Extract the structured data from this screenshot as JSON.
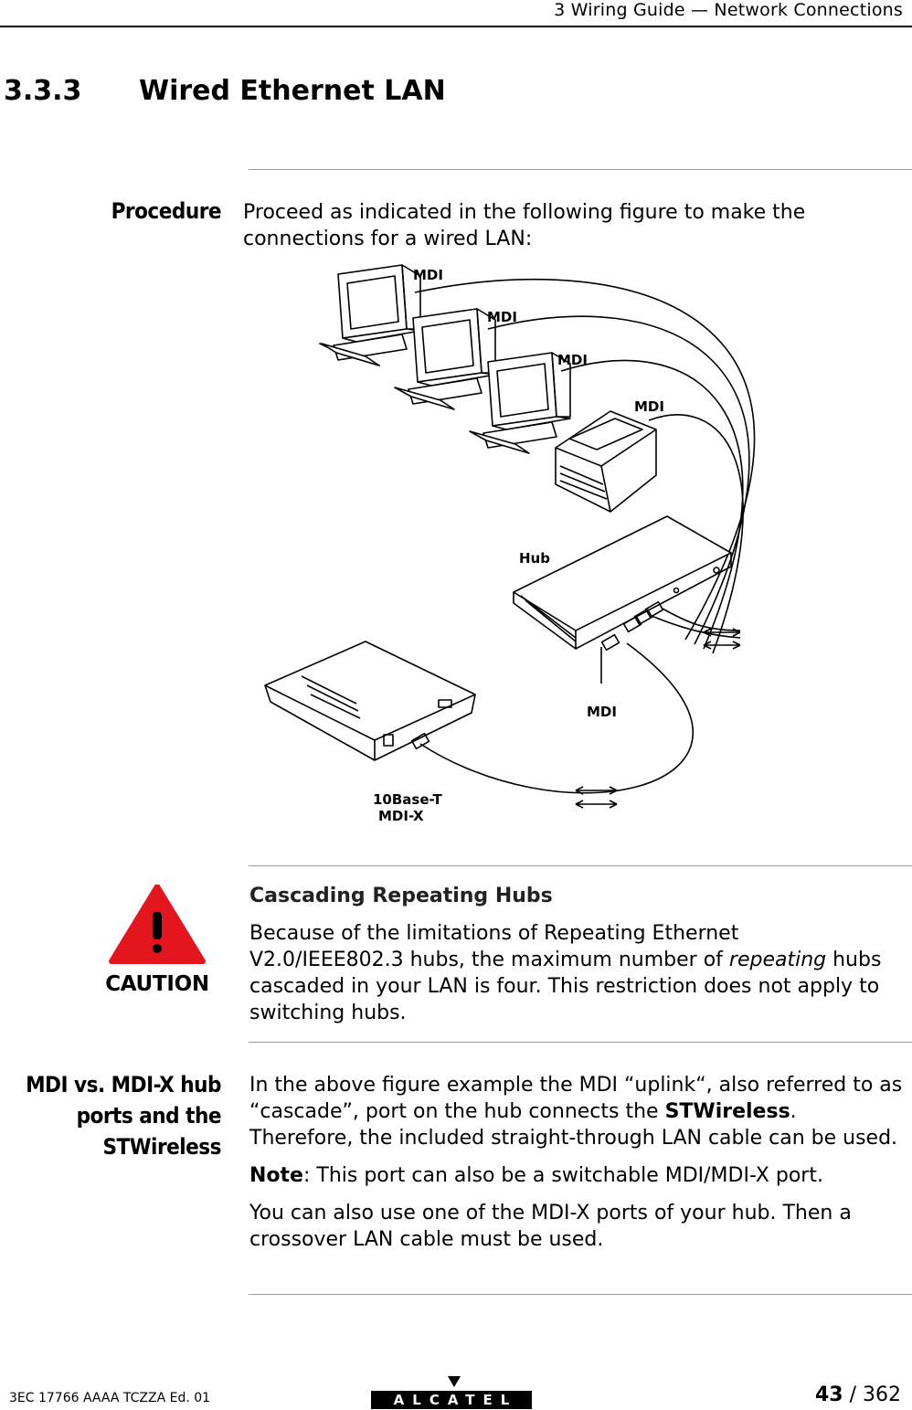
{
  "header": {
    "running_title": "3   Wiring Guide — Network Connections"
  },
  "section": {
    "number": "3.3.3",
    "title": "Wired Ethernet LAN"
  },
  "procedure": {
    "side_heading": "Procedure",
    "intro": "Proceed as indicated in the following figure to make the connections for a wired LAN:"
  },
  "figure": {
    "labels": {
      "mdi_1": "MDI",
      "mdi_2": "MDI",
      "mdi_3": "MDI",
      "mdi_4": "MDI",
      "hub": "Hub",
      "mdi_uplink": "MDI",
      "base_line1": "10Base-T",
      "base_line2": "MDI-X"
    }
  },
  "caution": {
    "icon_label": "CAUTION",
    "icon_color": "#e2161c",
    "heading": "Cascading Repeating Hubs",
    "text_before": "Because of the limitations of Repeating Ethernet V2.0/IEEE802.3 hubs, the maximum number of ",
    "text_em": "repeating",
    "text_after": " hubs cascaded in your LAN is four. This restriction does not apply to switching hubs."
  },
  "mdi_section": {
    "side_heading_1": "MDI vs. MDI-X hub",
    "side_heading_2": "ports and the",
    "side_heading_3": "STWireless",
    "p1_before": "In the above figure example the MDI “uplink“, also referred to as “cascade”, port on the hub connects the ",
    "p1_bold": "STWireless",
    "p1_after": ". Therefore, the included straight-through LAN cable can be used.",
    "note_label": "Note",
    "note_text": ": This port can also be a switchable MDI/MDI-X port.",
    "p3": "You can also use one of the MDI-X ports of your hub. Then a crossover LAN cable must be used."
  },
  "footer": {
    "doc_ref": "3EC 17766 AAAA TCZZA Ed. 01",
    "logo_text": "ALCATEL",
    "page_current": "43",
    "page_sep": " / ",
    "page_total": "362"
  }
}
